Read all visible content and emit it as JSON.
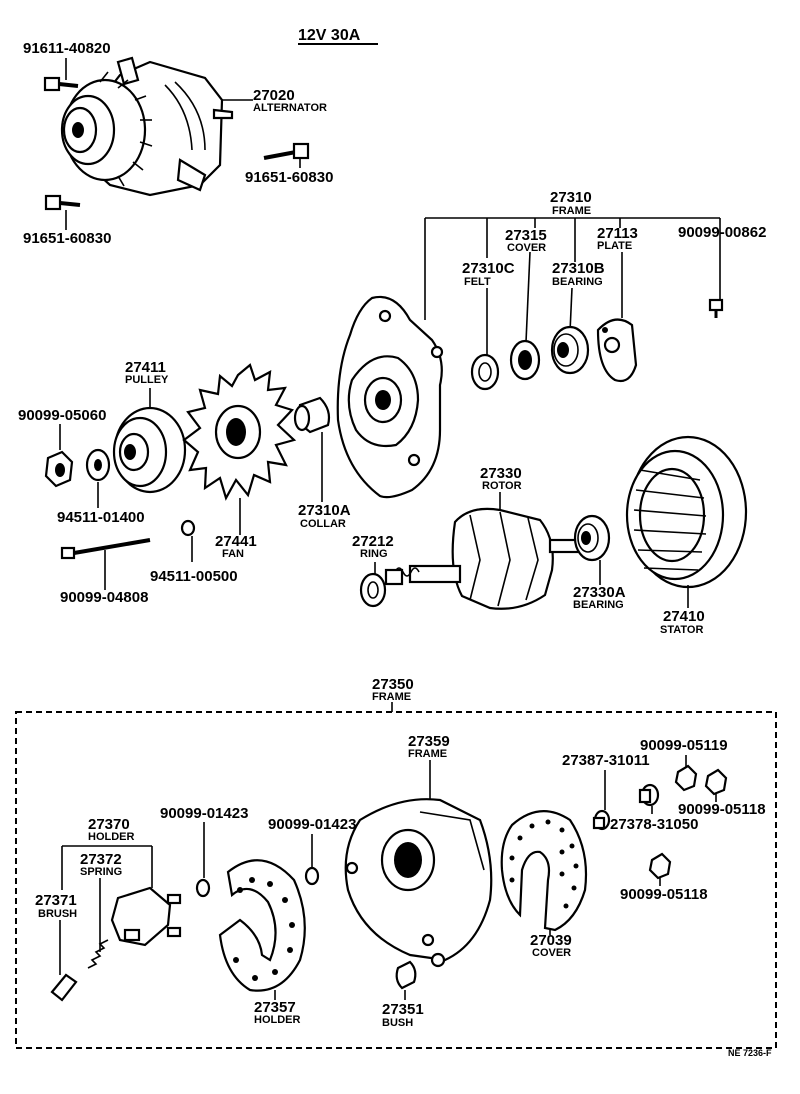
{
  "title": "12V  30A",
  "footer_code": "NE 7236-F",
  "labels": {
    "bolt_top": "91611-40820",
    "alternator_num": "27020",
    "alternator_cap": "ALTERNATOR",
    "bolt_mid": "91651-60830",
    "bolt_low": "91651-60830",
    "frame_num": "27310",
    "frame_cap": "FRAME",
    "cover_num": "27315",
    "cover_cap": "COVER",
    "plate_num": "27113",
    "plate_cap": "PLATE",
    "screw_plate": "90099-00862",
    "felt_num": "27310C",
    "felt_cap": "FELT",
    "bearing_num": "27310B",
    "bearing_cap": "BEARING",
    "pulley_num": "27411",
    "pulley_cap": "PULLEY",
    "nut": "90099-05060",
    "washer": "94511-01400",
    "fan_num": "27441",
    "fan_cap": "FAN",
    "collar_num": "27310A",
    "collar_cap": "COLLAR",
    "rotor_num": "27330",
    "rotor_cap": "ROTOR",
    "ring_num": "27212",
    "ring_cap": "RING",
    "bearing2_num": "27330A",
    "bearing2_cap": "BEARING",
    "stator_num": "27410",
    "stator_cap": "STATOR",
    "washer2": "94511-00500",
    "long_bolt": "90099-04808",
    "rear_frame_num": "27350",
    "rear_frame_cap": "FRAME",
    "rf_num": "27359",
    "rf_cap": "FRAME",
    "holder_num": "27370",
    "holder_cap": "HOLDER",
    "spring_num": "27372",
    "spring_cap": "SPRING",
    "brush_num": "27371",
    "brush_cap": "BRUSH",
    "nut_a": "90099-01423",
    "nut_b": "90099-01423",
    "term1": "27387-31011",
    "term2": "90099-05119",
    "term3": "27378-31050",
    "term4": "90099-05118",
    "term5": "90099-05118",
    "cover2_num": "27039",
    "cover2_cap": "COVER",
    "holder2_num": "27357",
    "holder2_cap": "HOLDER",
    "bush_num": "27351",
    "bush_cap": "BUSH"
  }
}
